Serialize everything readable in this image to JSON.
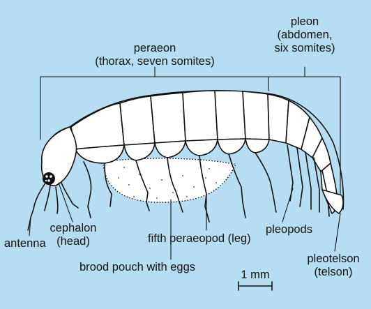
{
  "labels": {
    "peraeon_1": "peraeon",
    "peraeon_2": "(thorax, seven somites)",
    "pleon_1": "pleon",
    "pleon_2": "(abdomen,",
    "pleon_3": "six somites)",
    "cephalon_1": "cephalon",
    "cephalon_2": "(head)",
    "antenna": "antenna",
    "pleopods": "pleopods",
    "fifth_peraeopod": "fifth peraeopod (leg)",
    "pleotelson_1": "pleotelson",
    "pleotelson_2": "(telson)",
    "brood_pouch": "brood pouch with eggs",
    "scale": "1 mm"
  },
  "colors": {
    "background": "#b7ddf2",
    "ink": "#111111",
    "body_fill": "#ffffff"
  }
}
